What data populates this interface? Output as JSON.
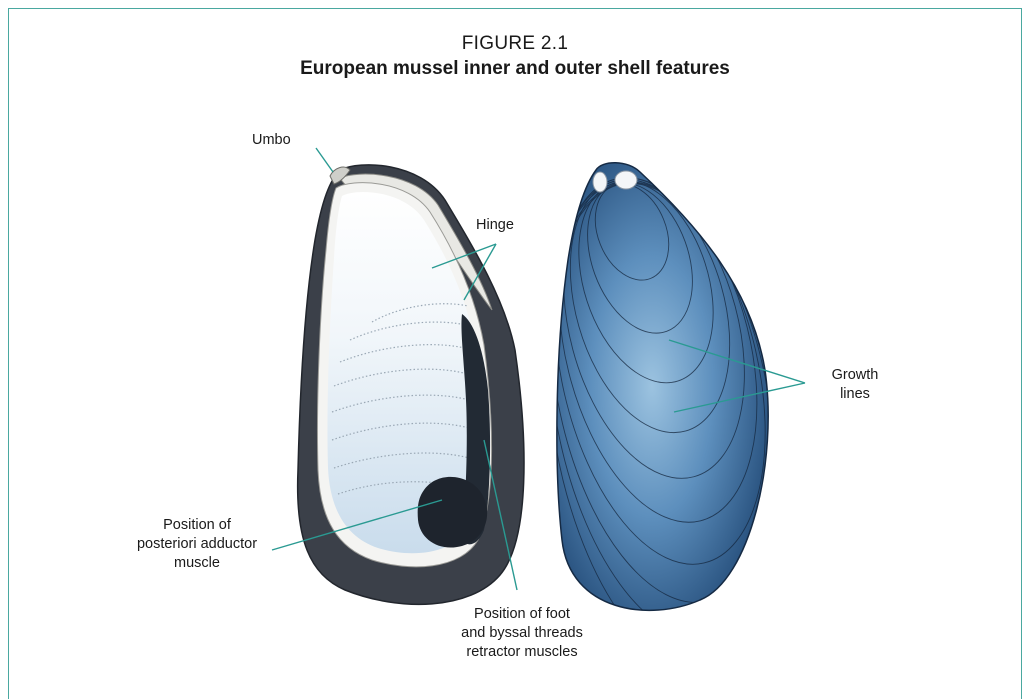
{
  "figure": {
    "number": "FIGURE 2.1",
    "title": "European mussel inner and outer shell features"
  },
  "labels": {
    "umbo": "Umbo",
    "hinge": "Hinge",
    "growth_line1": "Growth",
    "growth_line2": "lines",
    "adductor_line1": "Position of",
    "adductor_line2": "posteriori adductor",
    "adductor_line3": "muscle",
    "foot_line1": "Position of foot",
    "foot_line2": "and byssal threads",
    "foot_line3": "retractor muscles"
  },
  "colors": {
    "frame": "#4aa8a0",
    "leader": "#2a9a92",
    "outer_shell_dark": "#1e3a5c",
    "outer_shell_light": "#9cc3e0",
    "inner_rim": "#3a3f48",
    "nacre": "#dde9f3"
  }
}
